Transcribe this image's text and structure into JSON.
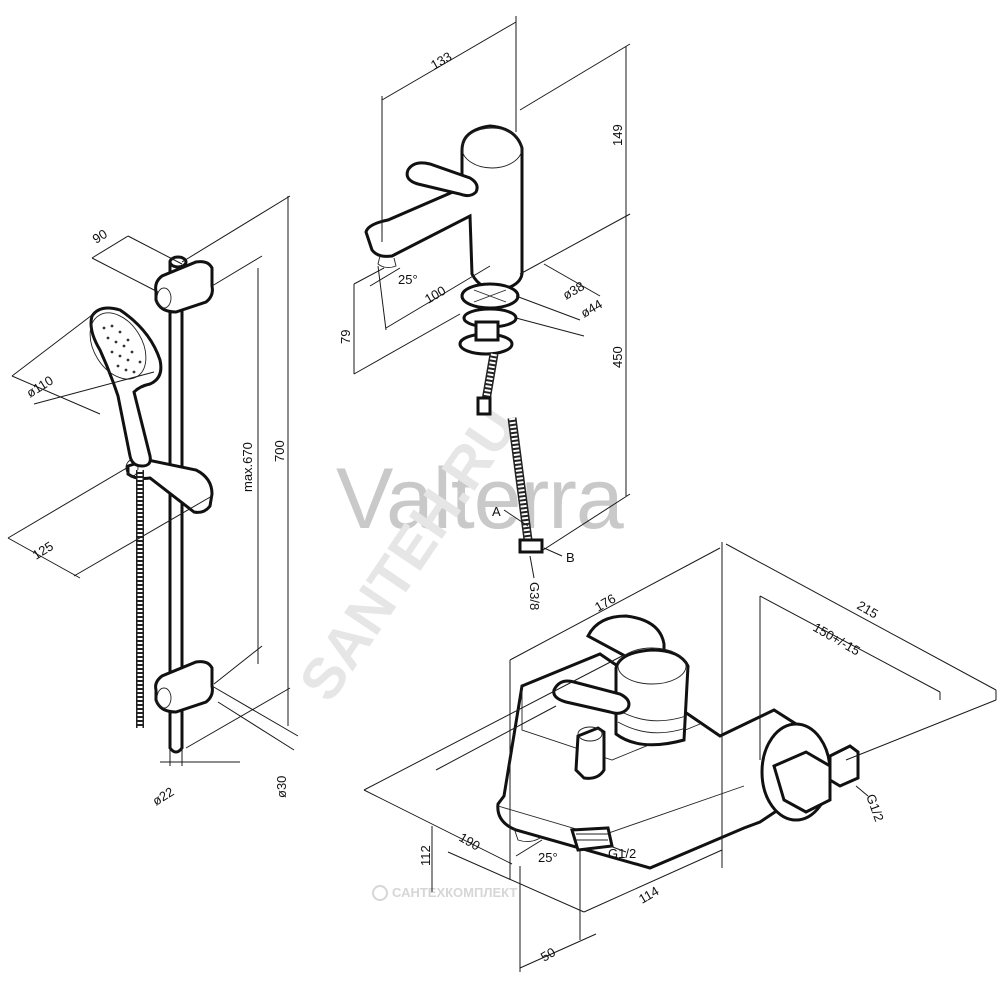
{
  "watermarks": {
    "brand": "Valterra",
    "site": "SANTEH.RU",
    "footer": "САНТЕХКОМПЛЕКТ"
  },
  "shower_set": {
    "dim_bracket": "90",
    "dim_head": "ø110",
    "dim_holder": "125",
    "dim_travel": "max.670",
    "dim_rail_height": "700",
    "dim_rail": "ø22",
    "dim_mount": "ø30"
  },
  "basin_mixer": {
    "dim_reach": "133",
    "dim_height_top": "149",
    "dim_angle": "25°",
    "dim_spout": "100",
    "dim_spout_height": "79",
    "dim_base_inner": "ø38",
    "dim_base_outer": "ø44",
    "dim_hose_length": "450",
    "label_a": "A",
    "label_b": "B",
    "label_thread": "G3/8"
  },
  "bath_mixer": {
    "dim_body": "176",
    "dim_total": "215",
    "dim_centers": "150+/-15",
    "dim_depth": "190",
    "dim_height": "112",
    "dim_angle": "25°",
    "label_outlet": "G1/2",
    "label_inlet": "G1/2",
    "dim_projection": "114",
    "dim_spout": "50"
  }
}
